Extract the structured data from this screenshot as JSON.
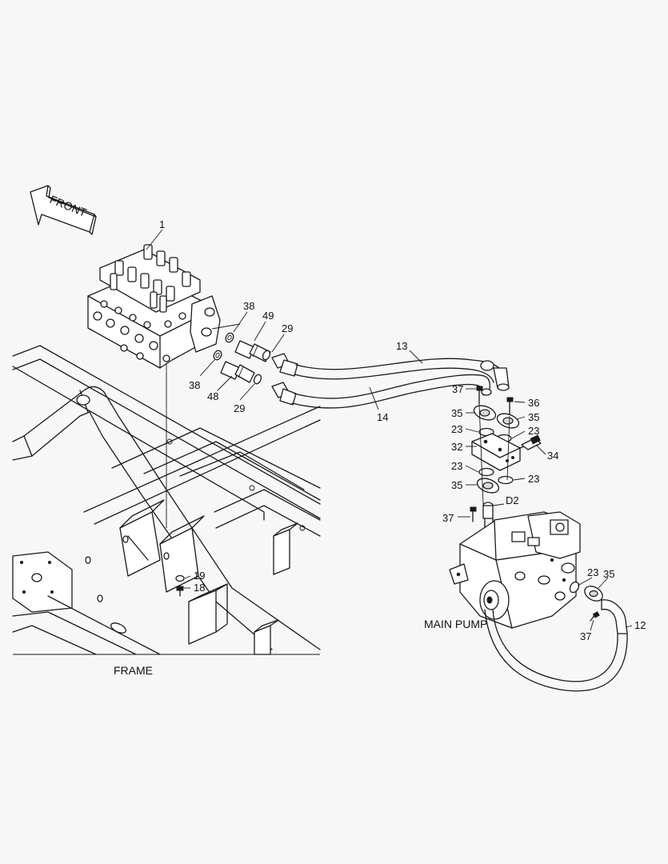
{
  "diagram": {
    "front_label": "FRONT",
    "frame_caption": "FRAME",
    "main_pump_caption": "MAIN PUMP",
    "port_label": "D2",
    "callouts": {
      "c1": "1",
      "c38a": "38",
      "c49": "49",
      "c29a": "29",
      "c38b": "38",
      "c48": "48",
      "c29b": "29",
      "c13": "13",
      "c14": "14",
      "c37a": "37",
      "c36": "36",
      "c35a": "35",
      "c35b": "35",
      "c23a": "23",
      "c23b": "23",
      "c32": "32",
      "c34": "34",
      "c23c": "23",
      "c23d": "23",
      "c35c": "35",
      "c37b": "37",
      "c19": "19",
      "c18": "18",
      "c23e": "23",
      "c35d": "35",
      "c37c": "37",
      "c12": "12"
    }
  }
}
